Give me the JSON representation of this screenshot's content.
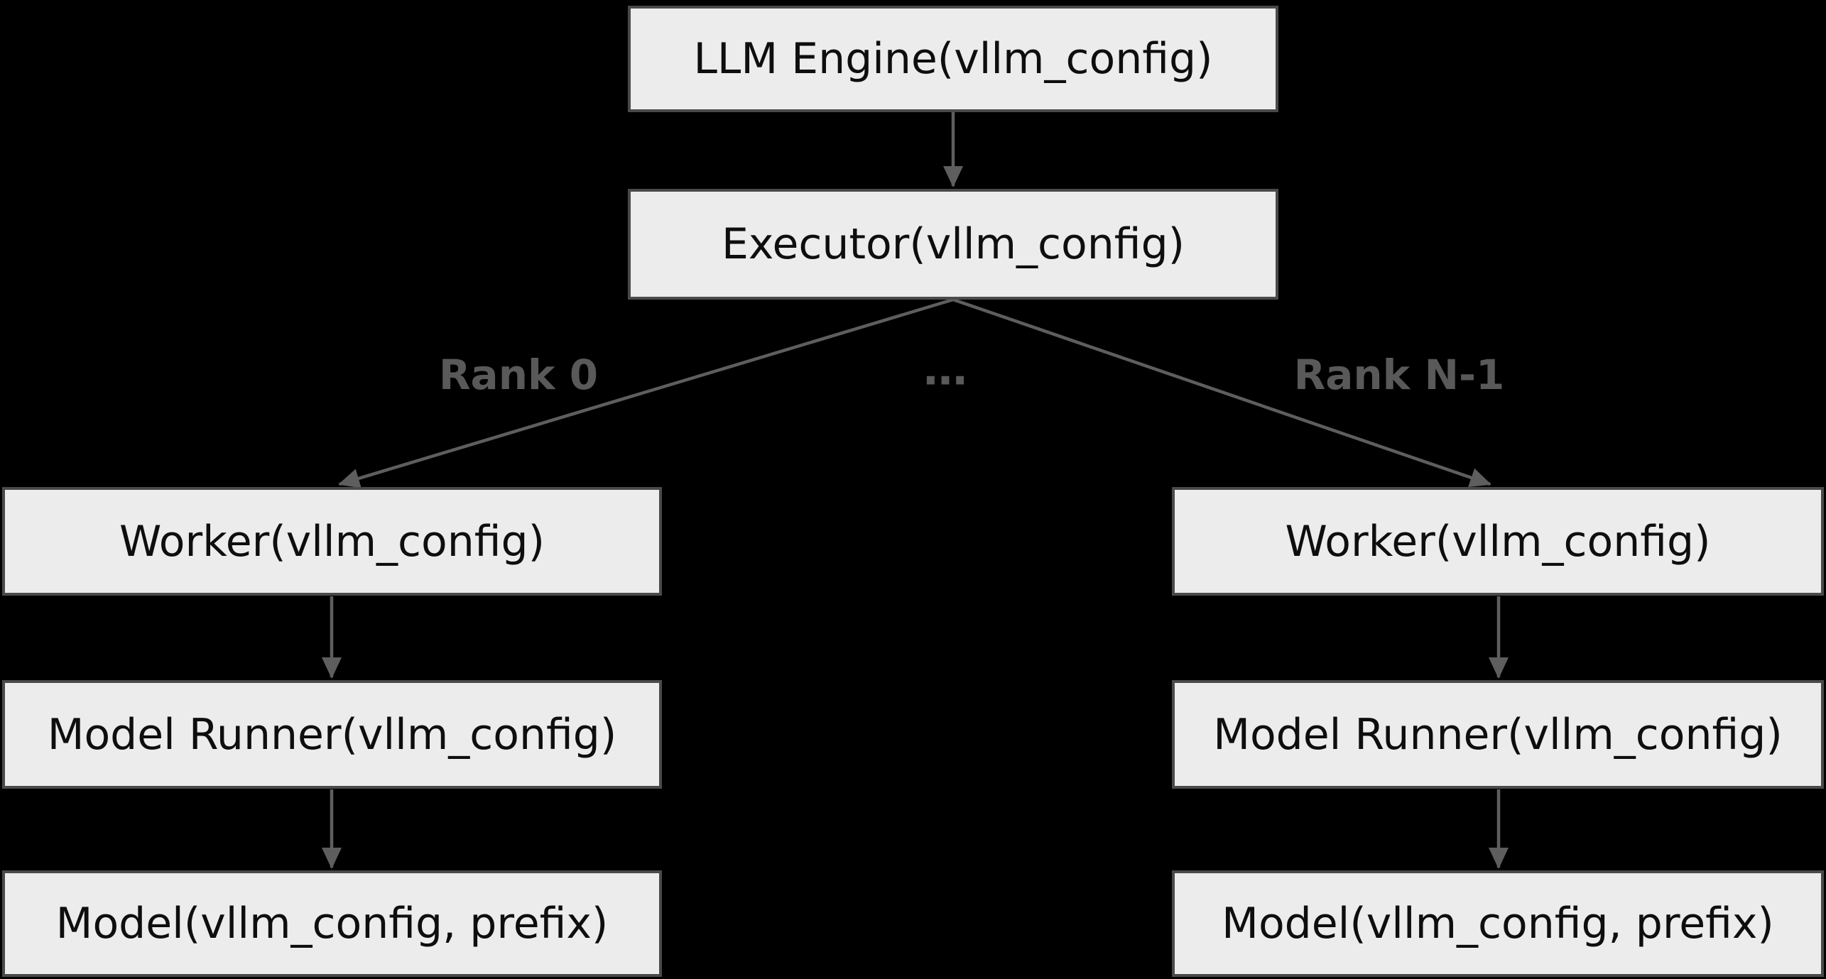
{
  "diagram": {
    "title": "vLLM engine/executor/worker hierarchy",
    "theme": {
      "background": "#000000",
      "box_fill": "#ececec",
      "box_border": "#4a4a4a",
      "line_color": "#5e5e5e",
      "edge_label_color": "#595959",
      "node_text_color": "#0e0e0e"
    },
    "nodes": {
      "llm_engine": {
        "label": "LLM Engine(vllm_config)"
      },
      "executor": {
        "label": "Executor(vllm_config)"
      },
      "worker_0": {
        "label": "Worker(vllm_config)"
      },
      "model_runner_0": {
        "label": "Model Runner(vllm_config)"
      },
      "model_0": {
        "label": "Model(vllm_config, prefix)"
      },
      "worker_n": {
        "label": "Worker(vllm_config)"
      },
      "model_runner_n": {
        "label": "Model Runner(vllm_config)"
      },
      "model_n": {
        "label": "Model(vllm_config, prefix)"
      }
    },
    "edge_labels": {
      "rank_0": "Rank 0",
      "ellipsis": "…",
      "rank_n_1": "Rank N-1"
    },
    "edges": [
      "LLM Engine -> Executor",
      "Executor -> Worker (Rank 0)",
      "Executor -> Worker (Rank N-1)",
      "Worker -> Model Runner (left)",
      "Model Runner -> Model (left)",
      "Worker -> Model Runner (right)",
      "Model Runner -> Model (right)"
    ]
  }
}
